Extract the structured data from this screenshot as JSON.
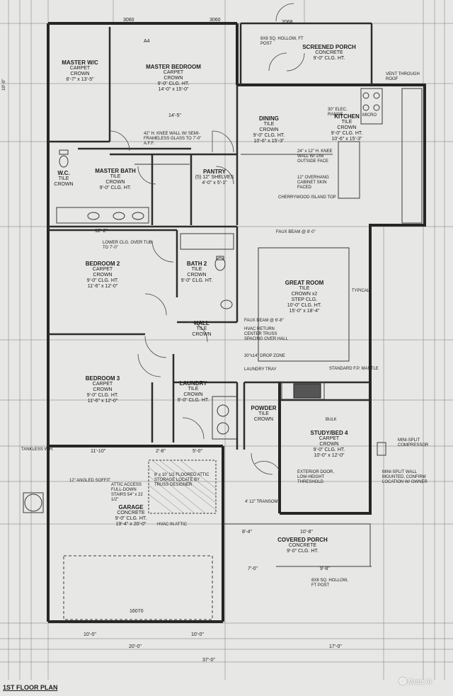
{
  "plan_title": "1ST FLOOR PLAN",
  "watermark": "Meta AI",
  "rooms": {
    "master_wic": {
      "name": "MASTER W/C",
      "lines": [
        "CARPET",
        "CROWN",
        "8'-7\" x 13'-5\""
      ]
    },
    "master_bedroom": {
      "name": "MASTER BEDROOM",
      "lines": [
        "CARPET",
        "CROWN",
        "9'-0\" CLG. HT.",
        "14'-0\" x 15'-0\""
      ]
    },
    "screened_porch": {
      "name": "SCREENED PORCH",
      "lines": [
        "CONCRETE",
        "9'-0\" CLG. HT."
      ]
    },
    "dining": {
      "name": "DINING",
      "lines": [
        "TILE",
        "CROWN",
        "9'-0\" CLG. HT.",
        "10'-6\" x 15'-3\""
      ]
    },
    "kitchen": {
      "name": "KITCHEN",
      "lines": [
        "TILE",
        "CROWN",
        "9'-0\" CLG. HT.",
        "10'-6\" x 15'-3\""
      ]
    },
    "wc": {
      "name": "W.C.",
      "lines": [
        "TILE",
        "CROWN"
      ]
    },
    "master_bath": {
      "name": "MASTER BATH",
      "lines": [
        "TILE",
        "CROWN",
        "9'-0\" CLG. HT."
      ]
    },
    "pantry": {
      "name": "PANTRY",
      "lines": [
        "(5) 12\" SHELVES",
        "4'-0\" x 5'-1\""
      ]
    },
    "bedroom2": {
      "name": "BEDROOM 2",
      "lines": [
        "CARPET",
        "CROWN",
        "9'-0\" CLG. HT.",
        "11'-6\" x 12'-0\""
      ]
    },
    "bath2": {
      "name": "BATH 2",
      "lines": [
        "TILE",
        "CROWN",
        "9'-0\" CLG. HT."
      ]
    },
    "great_room": {
      "name": "GREAT ROOM",
      "lines": [
        "TILE",
        "CROWN x2",
        "STEP CLG.",
        "10'-0\" CLG. HT.",
        "15'-0\" x 18'-4\""
      ]
    },
    "hall": {
      "name": "HALL",
      "lines": [
        "TILE",
        "CROWN"
      ]
    },
    "bedroom3": {
      "name": "BEDROOM 3",
      "lines": [
        "CARPET",
        "CROWN",
        "9'-0\" CLG. HT.",
        "11'-6\" x 12'-0\""
      ]
    },
    "laundry": {
      "name": "LAUNDRY",
      "lines": [
        "TILE",
        "CROWN",
        "9'-0\" CLG. HT."
      ]
    },
    "powder": {
      "name": "POWDER",
      "lines": [
        "TILE",
        "CROWN"
      ]
    },
    "study": {
      "name": "STUDY/BED 4",
      "lines": [
        "CARPET",
        "CROWN",
        "9'-0\" CLG. HT.",
        "10'-0\" x 12'-0\""
      ]
    },
    "garage": {
      "name": "GARAGE",
      "lines": [
        "CONCRETE",
        "9'-0\" CLG. HT.",
        "19'-4\" x 20'-0\""
      ]
    },
    "covered_porch": {
      "name": "COVERED PORCH",
      "lines": [
        "CONCRETE",
        "9'-0\" CLG. HT."
      ]
    }
  },
  "notes": {
    "post_top": "8X8 SQ. HOLLOW, FT POST",
    "vent": "VENT THROUGH ROOF",
    "knee_wall": "42\" H. KNEE WALL W/ SEMI-FRAMELESS GLASS TO 7'-0\" A.F.F.",
    "elec_range": "30\" ELEC. RANGE",
    "bar": "24\" x 12\" H. KNEE WALL W/ 2X6 OUTSIDE FACE",
    "overhang": "12\" OVERHANG CABINET SKIN FACED",
    "island": "CHERRYWOOD ISLAND TOP",
    "faux_beam1": "FAUX BEAM @ 8'-0\"",
    "lower_clg": "LOWER CLG. OVER TUB TO 7'-0\"",
    "faux_beam2": "FAUX BEAM @ 6'-8\"",
    "hvac_return": "HVAC RETURN CENTER TRUSS SPACING OVER HALL",
    "drop_zone": "30\"x14\" DROP ZONE",
    "laundry_tray": "LAUNDRY TRAY",
    "mantle": "STANDARD F.P. MANTLE",
    "typical": "TYPICAL",
    "tankless": "TANKLESS W.H.",
    "soffit": "12\" ANGLED SOFFIT",
    "attic_access": "ATTIC ACCESS FULL-DOWN STAIRS 54\" x 22 1/2\"",
    "floored_attic": "8' x 10' 1/2 FLOORED ATTIC STORAGE LOCATE BY TRUSS DESIGNER",
    "hvac_attic": "HVAC IN ATTIC",
    "mini_split": "MINI-SPLIT COMPRESSOR",
    "mini_split_wall": "MINI-SPLIT WALL MOUNTED, CONFIRM LOCATION W/ OWNER",
    "exterior_door": "EXTERIOR DOOR, LOW-HEIGHT THRESHOLD",
    "transom": "4' 12\" TRANSOM",
    "post_bottom": "8X8 SQ. HOLLOW, FT POST",
    "micro": "MICRO",
    "bulk": "BULK"
  },
  "dims": {
    "top1": "3060",
    "top2": "3060",
    "top3": "2068",
    "left_total": "10'-0\"",
    "mbr_w": "14'-5\"",
    "bed2_w": "12'-2\"",
    "gar_left": "11'-10\"",
    "gar_mid": "2'-8\"",
    "gar_right": "5'-0\"",
    "porch_w": "8'-4\"",
    "bottom_a": "10'-0\"",
    "bottom_b": "10'-0\"",
    "bottom_c": "20'-0\"",
    "bottom_d": "17'-0\"",
    "bottom_total": "37'-0\"",
    "porch_bot": "9'-8\"",
    "door16": "16070",
    "door_a4": "A4",
    "porch_c": "10'-8\"",
    "porch_d": "7'-0\""
  }
}
